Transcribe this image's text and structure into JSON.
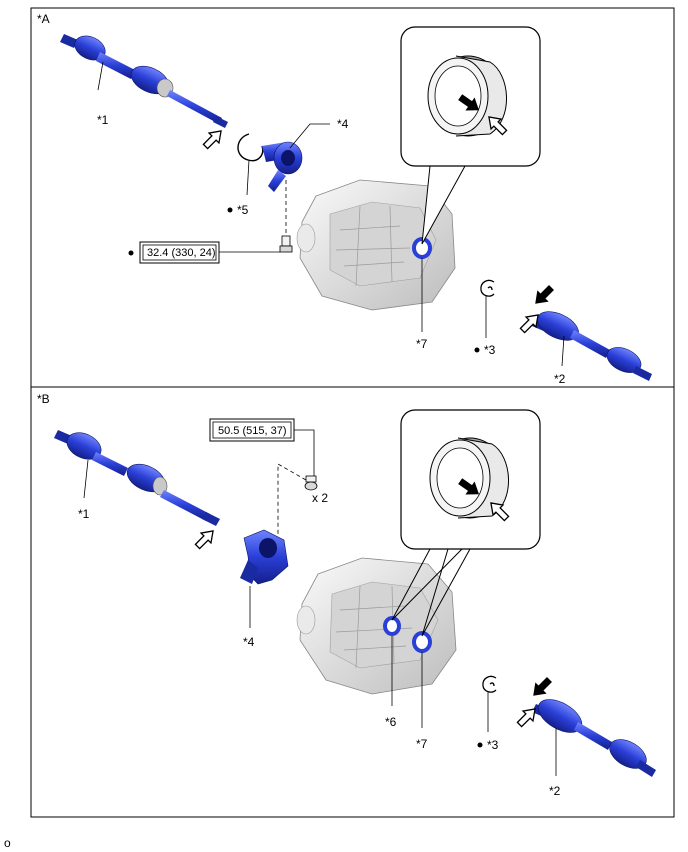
{
  "panelA": {
    "tag": "*A",
    "callouts": {
      "c1": "*1",
      "c2": "*2",
      "c3": "*3",
      "c4": "*4",
      "c5": "*5",
      "c7": "*7"
    },
    "torque": "32.4 (330, 24)"
  },
  "panelB": {
    "tag": "*B",
    "callouts": {
      "c1": "*1",
      "c2": "*2",
      "c3": "*3",
      "c4": "*4",
      "c6": "*6",
      "c7": "*7"
    },
    "torque": "50.5 (515, 37)",
    "qty": "x 2"
  },
  "footer": {
    "code": "o"
  },
  "colors": {
    "part": "#2a3fd6",
    "partDark": "#1a2aa0",
    "housing": "#e8e8e8",
    "outline": "#000000"
  },
  "icons": [
    "arrow-outline-icon",
    "arrow-solid-icon",
    "bullet-dot-icon"
  ]
}
